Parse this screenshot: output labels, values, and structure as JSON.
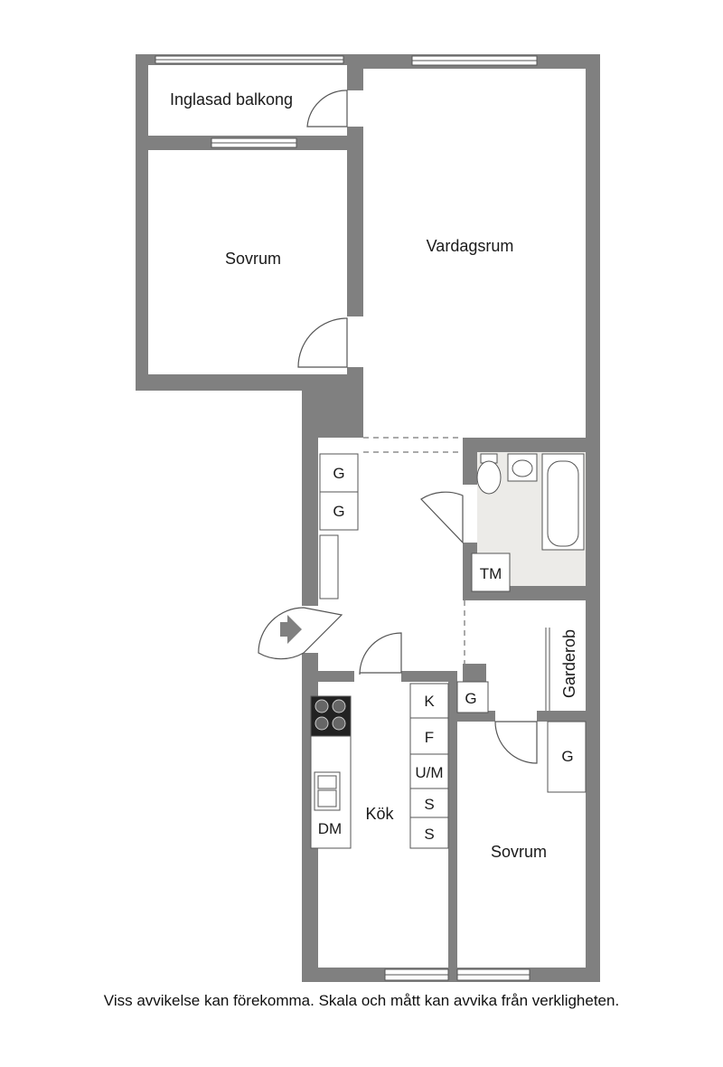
{
  "rooms": {
    "balcony": "Inglasad balkong",
    "bedroom_top": "Sovrum",
    "living": "Vardagsrum",
    "kitchen": "Kök",
    "bedroom_bottom": "Sovrum",
    "wardrobe": "Garderob"
  },
  "fixtures": {
    "hall_g1": "G",
    "hall_g2": "G",
    "tm": "TM",
    "corridor_g": "G",
    "bedroom_g": "G",
    "dm": "DM",
    "k": "K",
    "f": "F",
    "um": "U/M",
    "s1": "S",
    "s2": "S"
  },
  "disclaimer": "Viss avvikelse kan förekomma. Skala och mått kan avvika från verkligheten.",
  "colors": {
    "wall": "#808080",
    "bathroom_floor": "#ecebe8"
  }
}
